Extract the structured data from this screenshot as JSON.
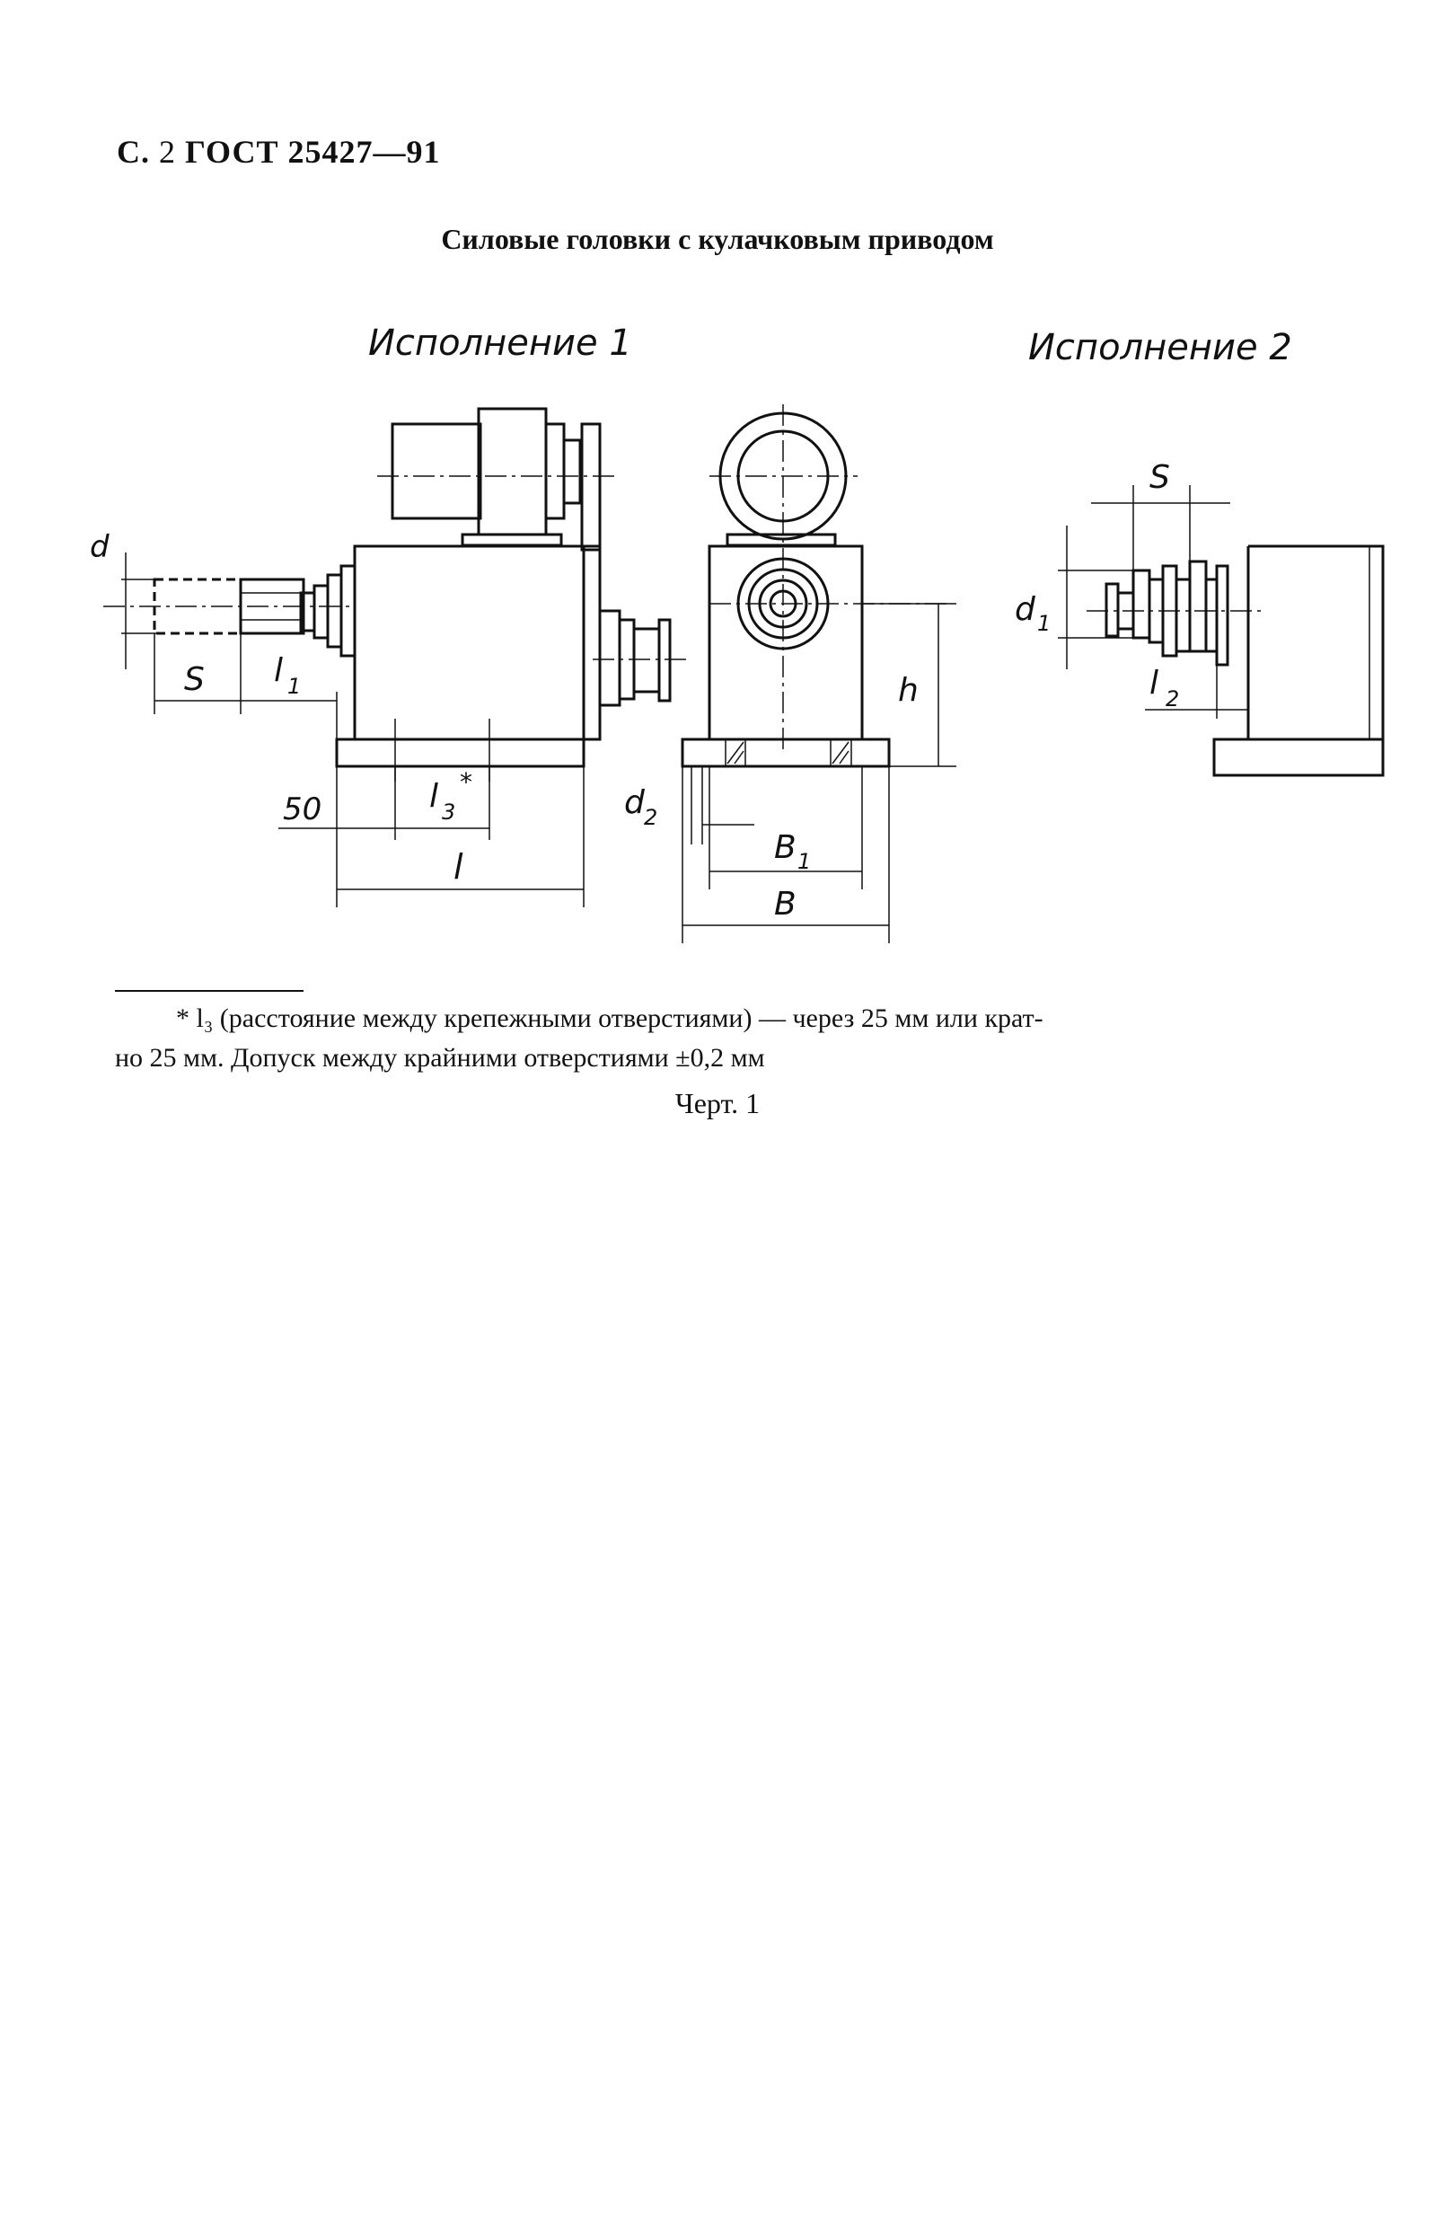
{
  "header": {
    "series": "С.",
    "page": "2",
    "standard": "ГОСТ 25427—91"
  },
  "title": "Силовые головки с кулачковым приводом",
  "drawing": {
    "variant_1_label": "Исполнение 1",
    "variant_2_label": "Исполнение 2",
    "dimensions": {
      "d": "d",
      "S": "S",
      "l1": "l",
      "l1_sub": "1",
      "l3": "l",
      "l3_sub": "3",
      "l3_star": "*",
      "fifty": "50",
      "l": "l",
      "d2": "d",
      "d2_sub": "2",
      "B1": "B",
      "B1_sub": "1",
      "B": "B",
      "h": "h",
      "S2": "S",
      "d1": "d",
      "d1_sub": "1",
      "l2": "l",
      "l2_sub": "2"
    }
  },
  "footnote": {
    "line1": "* l₃ (расстояние между крепежными отверстиями) — через 25 мм или крат-",
    "line2": "но 25 мм. Допуск между крайними отверстиями ±0,2 мм"
  },
  "caption": "Черт. 1"
}
